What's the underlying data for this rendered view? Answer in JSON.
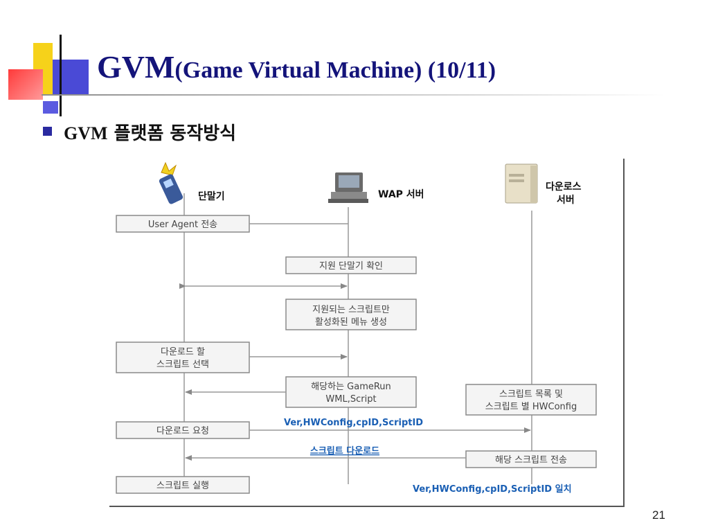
{
  "title": {
    "main": "GVM",
    "paren": "(Game Virtual Machine) (10/11)"
  },
  "bullet": {
    "latin": "GVM",
    "korean": " 플랫폼 동작방식"
  },
  "page_number": "21",
  "diagram": {
    "actors": {
      "terminal": "단말기",
      "wap": "WAP 서버",
      "download_line1": "다운로스",
      "download_line2": "서버"
    },
    "boxes": {
      "user_agent": "User Agent 전송",
      "check_terminal": "지원 단말기 확인",
      "menu_line1": "지원되는 스크립트만",
      "menu_line2": "활성화된 메뉴 생성",
      "select_line1": "다운로드 할",
      "select_line2": "스크립트 선택",
      "gamerun_line1": "해당하는 GameRun",
      "gamerun_line2": "WML,Script",
      "list_line1": "스크립트 목록 및",
      "list_line2": "스크립트 별 HWConfig",
      "download_request": "다운로드 요청",
      "send_script": "해당 스크립트 전송",
      "run_script": "스크립트 실행"
    },
    "labels": {
      "request_params": "Ver,HWConfig,cpID,ScriptID",
      "script_download": "스크립트 다운로드",
      "match": "Ver,HWConfig,cpID,ScriptID 일치"
    },
    "colors": {
      "label_blue": "#1a5fb4",
      "box_border": "#8a8a8a",
      "title": "#14147a"
    }
  }
}
